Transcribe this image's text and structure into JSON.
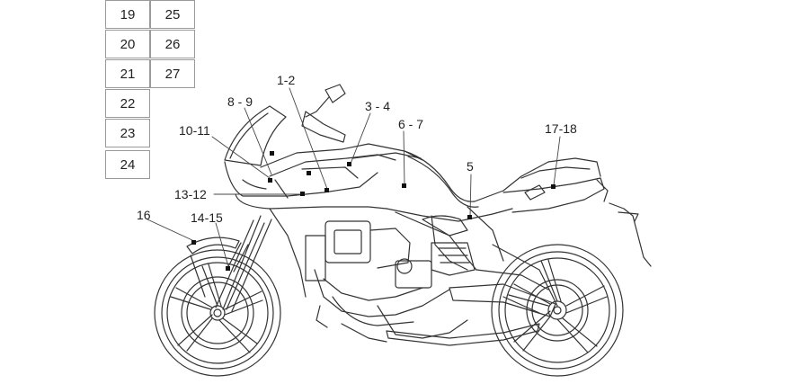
{
  "diagram": {
    "grid_boxes": [
      {
        "number": "19"
      },
      {
        "number": "25"
      },
      {
        "number": "20"
      },
      {
        "number": "26"
      },
      {
        "number": "21"
      },
      {
        "number": "27"
      },
      {
        "number": "22"
      },
      {
        "number": "23"
      },
      {
        "number": "24"
      }
    ],
    "callouts": [
      {
        "label": "1-2"
      },
      {
        "label": "8 - 9"
      },
      {
        "label": "3 - 4"
      },
      {
        "label": "6 - 7"
      },
      {
        "label": "17-18"
      },
      {
        "label": "10-11"
      },
      {
        "label": "5"
      },
      {
        "label": "13-12"
      },
      {
        "label": "16"
      },
      {
        "label": "14-15"
      }
    ]
  }
}
